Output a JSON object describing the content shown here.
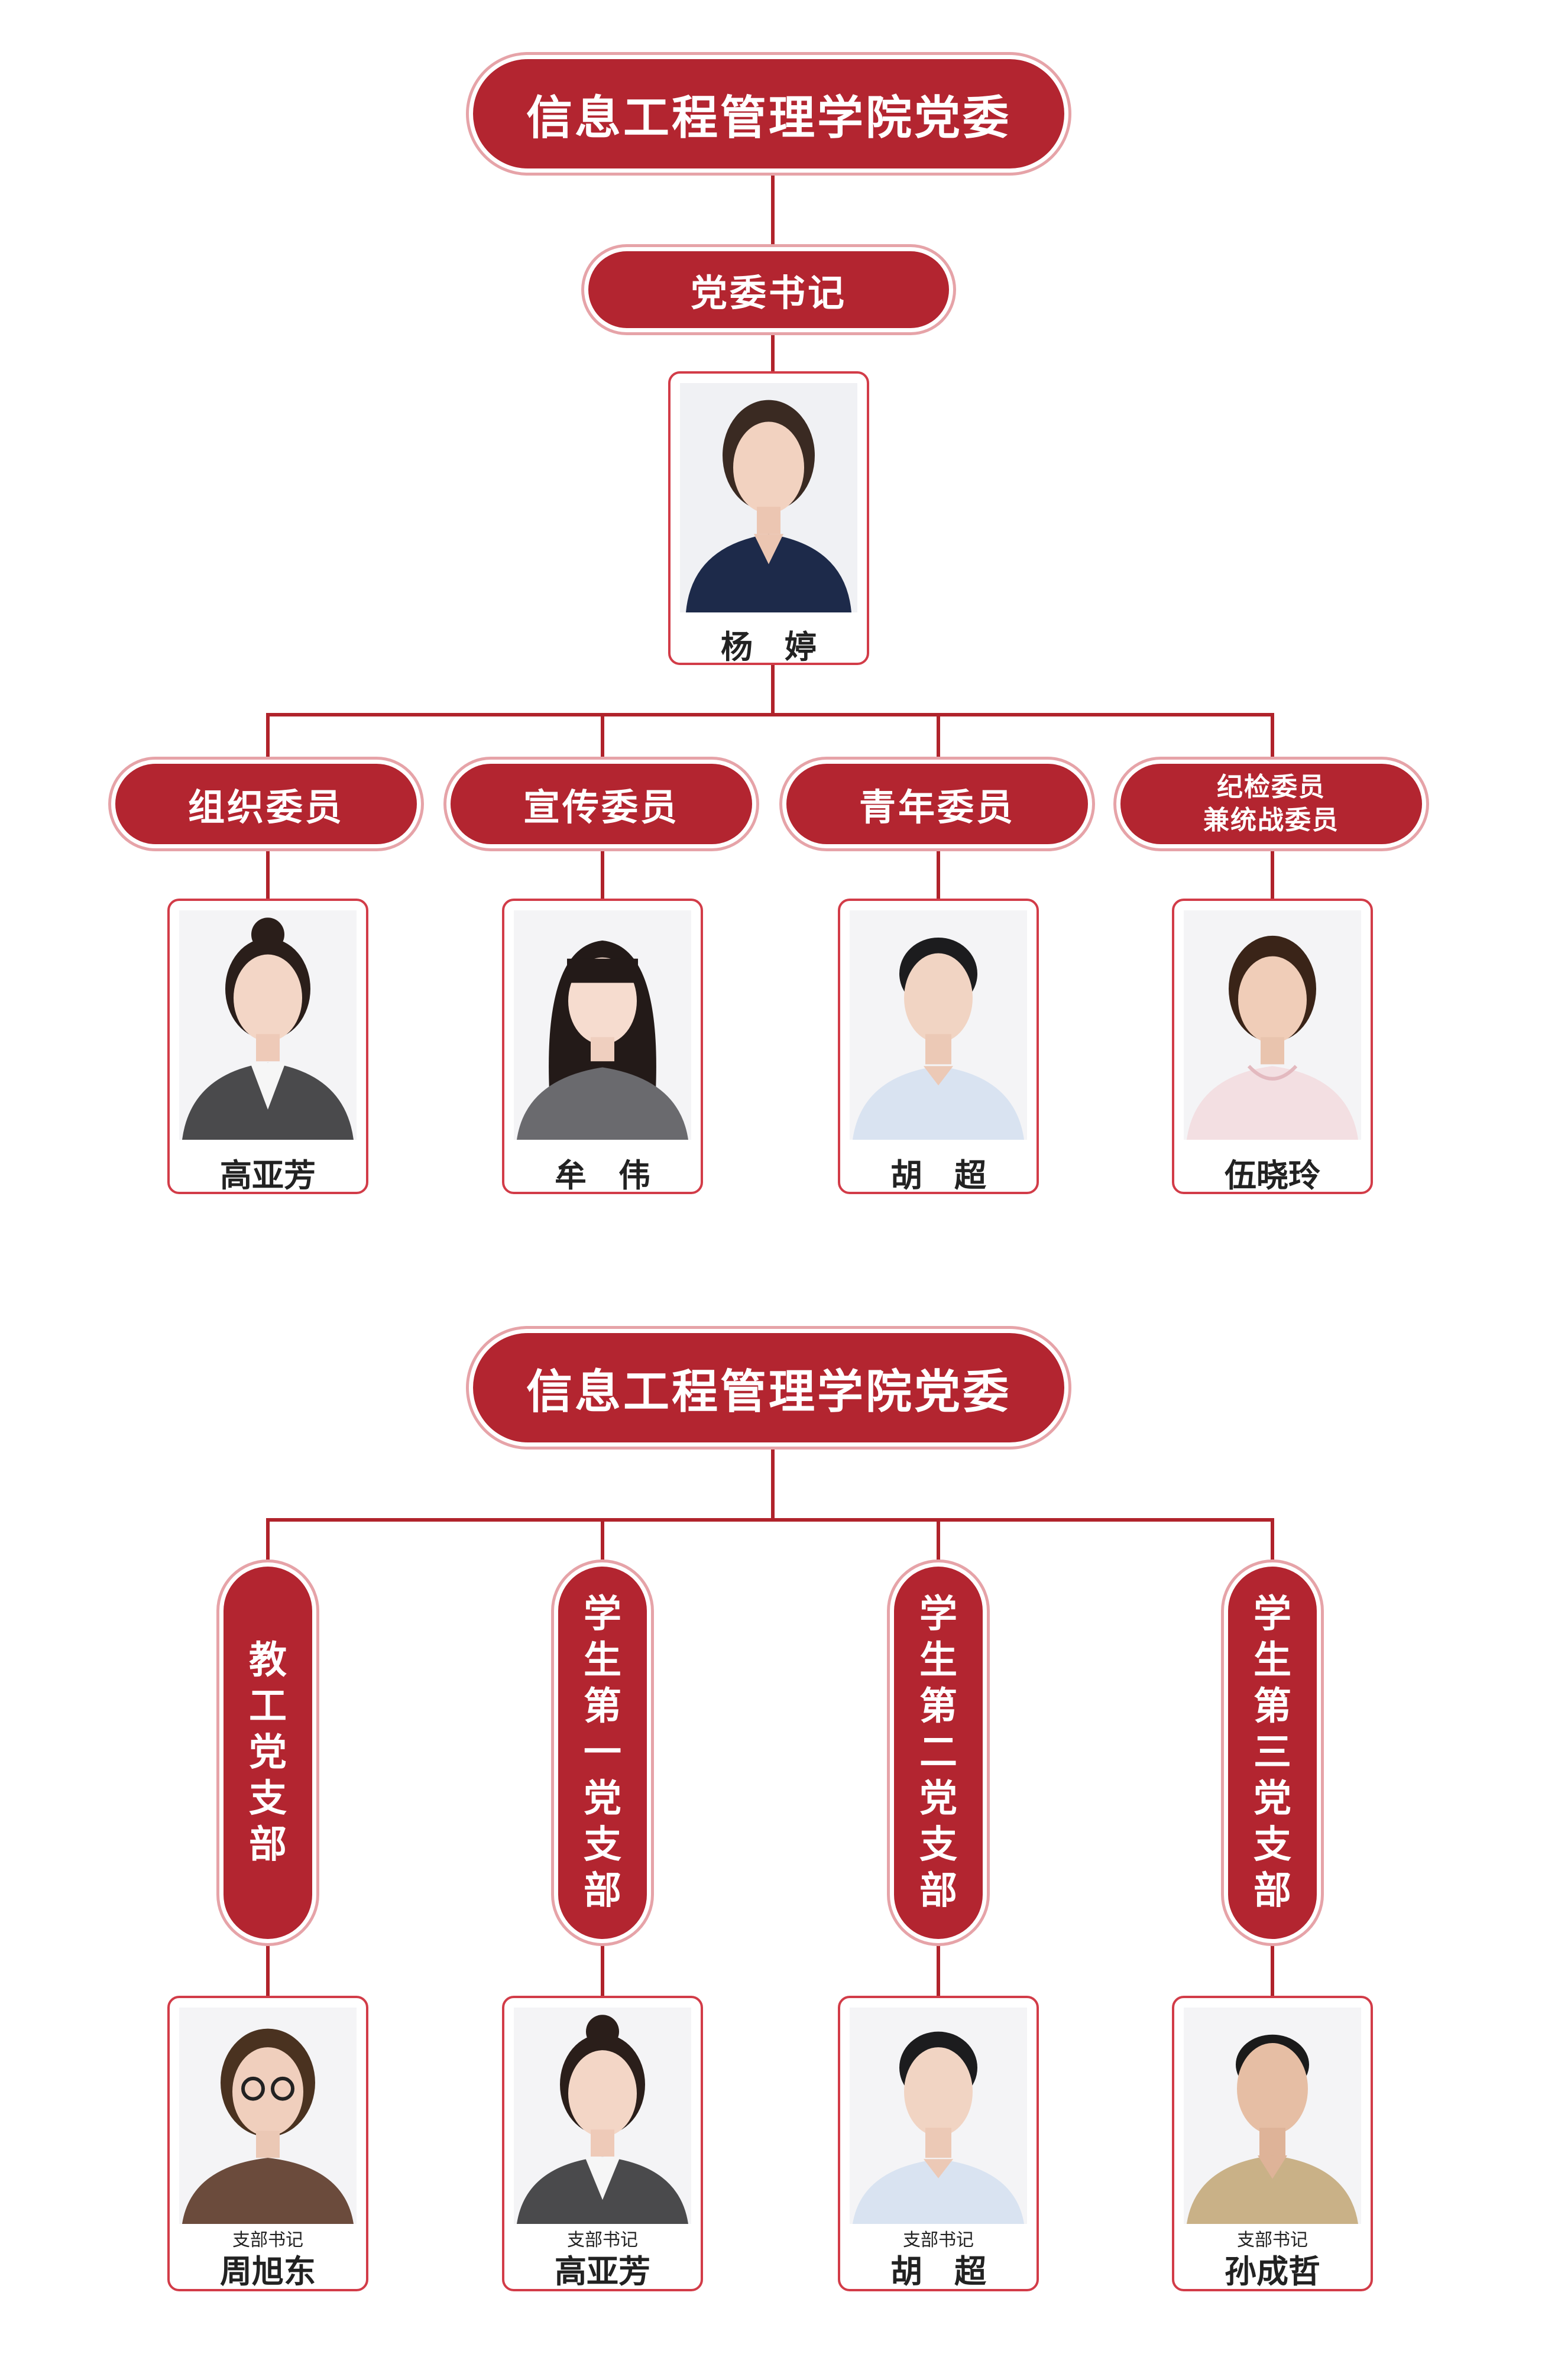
{
  "top_chart": {
    "title": "信息工程管理学院党委",
    "secretary_role": "党委书记",
    "secretary": {
      "name": "杨　婷"
    },
    "members": [
      {
        "role": "组织委员",
        "name": "高亚芳"
      },
      {
        "role": "宣传委员",
        "name": "牟　伟"
      },
      {
        "role": "青年委员",
        "name": "胡　超"
      },
      {
        "role_line1": "纪检委员",
        "role_line2": "兼统战委员",
        "name": "伍晓玲"
      }
    ]
  },
  "bottom_chart": {
    "title": "信息工程管理学院党委",
    "branches": [
      {
        "label": "教工党支部",
        "subtitle": "支部书记",
        "name": "周旭东"
      },
      {
        "label": "学生第一党支部",
        "subtitle": "支部书记",
        "name": "高亚芳"
      },
      {
        "label": "学生第二党支部",
        "subtitle": "支部书记",
        "name": "胡　超"
      },
      {
        "label": "学生第三党支部",
        "subtitle": "支部书记",
        "name": "孙成哲"
      }
    ]
  },
  "colors": {
    "accent": "#b32530",
    "card_border": "#d23c48",
    "ring": "#e6a3a8"
  }
}
